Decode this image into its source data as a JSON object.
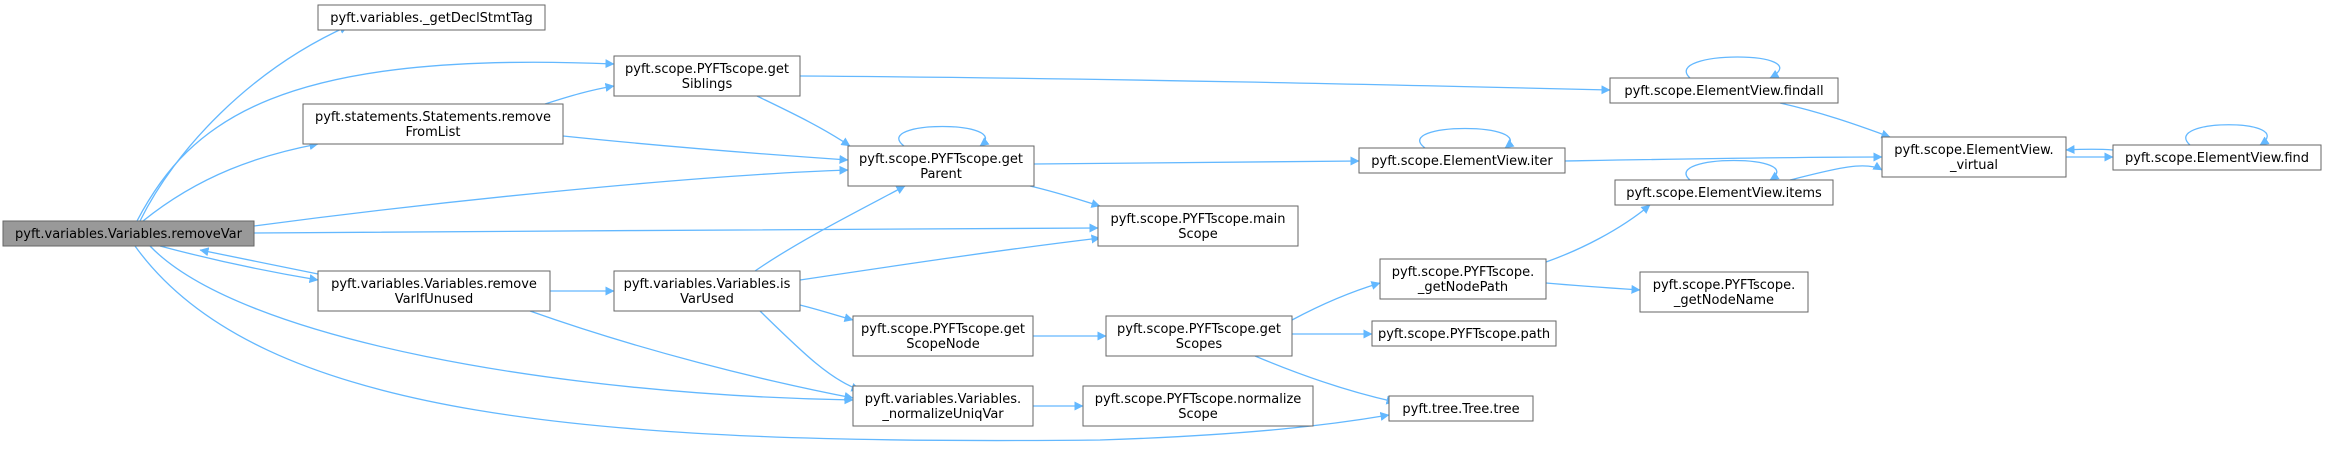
{
  "diagram": {
    "type": "call-graph",
    "colors": {
      "edge": "#63b8ff",
      "node_border": "#666666",
      "root_fill": "#999999",
      "node_fill": "#ffffff"
    },
    "nodes": [
      {
        "id": "removeVar",
        "lines": [
          "pyft.variables.Variables.removeVar"
        ],
        "root": true
      },
      {
        "id": "getDeclStmtTag",
        "lines": [
          "pyft.variables._getDeclStmtTag"
        ]
      },
      {
        "id": "getSiblings",
        "lines": [
          "pyft.scope.PYFTscope.get",
          "Siblings"
        ]
      },
      {
        "id": "removeFromList",
        "lines": [
          "pyft.statements.Statements.remove",
          "FromList"
        ]
      },
      {
        "id": "getParent",
        "lines": [
          "pyft.scope.PYFTscope.get",
          "Parent"
        ]
      },
      {
        "id": "mainScope",
        "lines": [
          "pyft.scope.PYFTscope.main",
          "Scope"
        ]
      },
      {
        "id": "removeVarIfUnused",
        "lines": [
          "pyft.variables.Variables.remove",
          "VarIfUnused"
        ]
      },
      {
        "id": "isVarUsed",
        "lines": [
          "pyft.variables.Variables.is",
          "VarUsed"
        ]
      },
      {
        "id": "normalizeUniqVar",
        "lines": [
          "pyft.variables.Variables.",
          "_normalizeUniqVar"
        ]
      },
      {
        "id": "getScopeNode",
        "lines": [
          "pyft.scope.PYFTscope.get",
          "ScopeNode"
        ]
      },
      {
        "id": "normalizeScope",
        "lines": [
          "pyft.scope.PYFTscope.normalize",
          "Scope"
        ]
      },
      {
        "id": "getScopes",
        "lines": [
          "pyft.scope.PYFTscope.get",
          "Scopes"
        ]
      },
      {
        "id": "getNodePath",
        "lines": [
          "pyft.scope.PYFTscope.",
          "_getNodePath"
        ]
      },
      {
        "id": "path",
        "lines": [
          "pyft.scope.PYFTscope.path"
        ]
      },
      {
        "id": "treeTree",
        "lines": [
          "pyft.tree.Tree.tree"
        ]
      },
      {
        "id": "findall",
        "lines": [
          "pyft.scope.ElementView.findall"
        ]
      },
      {
        "id": "iter",
        "lines": [
          "pyft.scope.ElementView.iter"
        ]
      },
      {
        "id": "items",
        "lines": [
          "pyft.scope.ElementView.items"
        ]
      },
      {
        "id": "getNodeName",
        "lines": [
          "pyft.scope.PYFTscope.",
          "_getNodeName"
        ]
      },
      {
        "id": "virtual",
        "lines": [
          "pyft.scope.ElementView.",
          "_virtual"
        ]
      },
      {
        "id": "find",
        "lines": [
          "pyft.scope.ElementView.find"
        ]
      }
    ],
    "edges": [
      [
        "removeVar",
        "getDeclStmtTag"
      ],
      [
        "removeVar",
        "getSiblings"
      ],
      [
        "removeVar",
        "removeFromList"
      ],
      [
        "removeVar",
        "getParent"
      ],
      [
        "removeVar",
        "mainScope"
      ],
      [
        "removeVar",
        "removeVarIfUnused"
      ],
      [
        "removeVar",
        "normalizeUniqVar"
      ],
      [
        "removeVar",
        "treeTree"
      ],
      [
        "removeFromList",
        "getSiblings"
      ],
      [
        "removeFromList",
        "getParent"
      ],
      [
        "getSiblings",
        "getParent"
      ],
      [
        "getSiblings",
        "findall"
      ],
      [
        "getParent",
        "getParent"
      ],
      [
        "getParent",
        "mainScope"
      ],
      [
        "getParent",
        "iter"
      ],
      [
        "removeVarIfUnused",
        "removeVar"
      ],
      [
        "removeVarIfUnused",
        "isVarUsed"
      ],
      [
        "removeVarIfUnused",
        "normalizeUniqVar"
      ],
      [
        "isVarUsed",
        "getParent"
      ],
      [
        "isVarUsed",
        "mainScope"
      ],
      [
        "isVarUsed",
        "getScopeNode"
      ],
      [
        "isVarUsed",
        "normalizeUniqVar"
      ],
      [
        "normalizeUniqVar",
        "normalizeScope"
      ],
      [
        "getScopeNode",
        "getScopes"
      ],
      [
        "getScopes",
        "getNodePath"
      ],
      [
        "getScopes",
        "path"
      ],
      [
        "getScopes",
        "treeTree"
      ],
      [
        "getNodePath",
        "items"
      ],
      [
        "getNodePath",
        "getNodeName"
      ],
      [
        "findall",
        "findall"
      ],
      [
        "findall",
        "virtual"
      ],
      [
        "iter",
        "iter"
      ],
      [
        "iter",
        "virtual"
      ],
      [
        "items",
        "items"
      ],
      [
        "items",
        "virtual"
      ],
      [
        "virtual",
        "find"
      ],
      [
        "find",
        "virtual"
      ],
      [
        "find",
        "find"
      ]
    ]
  }
}
